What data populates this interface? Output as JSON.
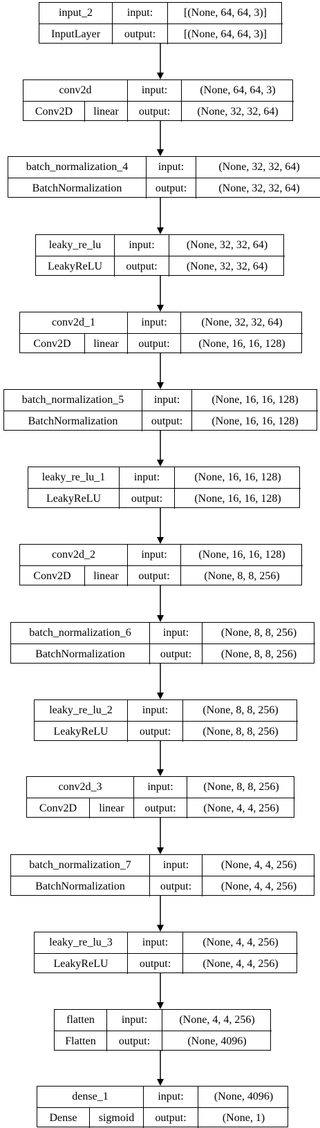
{
  "layers": [
    {
      "id": "input-2",
      "name": "input_2",
      "type": "InputLayer",
      "activation": "",
      "input_label": "input:",
      "output_label": "output:",
      "input_shape": "[(None, 64, 64, 3)]",
      "output_shape": "[(None, 64, 64, 3)]"
    },
    {
      "id": "conv2d",
      "name": "conv2d",
      "type": "Conv2D",
      "activation": "linear",
      "input_label": "input:",
      "output_label": "output:",
      "input_shape": "(None, 64, 64, 3)",
      "output_shape": "(None, 32, 32, 64)"
    },
    {
      "id": "batch-normalization-4",
      "name": "batch_normalization_4",
      "type": "BatchNormalization",
      "activation": "",
      "input_label": "input:",
      "output_label": "output:",
      "input_shape": "(None, 32, 32, 64)",
      "output_shape": "(None, 32, 32, 64)"
    },
    {
      "id": "leaky-re-lu",
      "name": "leaky_re_lu",
      "type": "LeakyReLU",
      "activation": "",
      "input_label": "input:",
      "output_label": "output:",
      "input_shape": "(None, 32, 32, 64)",
      "output_shape": "(None, 32, 32, 64)"
    },
    {
      "id": "conv2d-1",
      "name": "conv2d_1",
      "type": "Conv2D",
      "activation": "linear",
      "input_label": "input:",
      "output_label": "output:",
      "input_shape": "(None, 32, 32, 64)",
      "output_shape": "(None, 16, 16, 128)"
    },
    {
      "id": "batch-normalization-5",
      "name": "batch_normalization_5",
      "type": "BatchNormalization",
      "activation": "",
      "input_label": "input:",
      "output_label": "output:",
      "input_shape": "(None, 16, 16, 128)",
      "output_shape": "(None, 16, 16, 128)"
    },
    {
      "id": "leaky-re-lu-1",
      "name": "leaky_re_lu_1",
      "type": "LeakyReLU",
      "activation": "",
      "input_label": "input:",
      "output_label": "output:",
      "input_shape": "(None, 16, 16, 128)",
      "output_shape": "(None, 16, 16, 128)"
    },
    {
      "id": "conv2d-2",
      "name": "conv2d_2",
      "type": "Conv2D",
      "activation": "linear",
      "input_label": "input:",
      "output_label": "output:",
      "input_shape": "(None, 16, 16, 128)",
      "output_shape": "(None, 8, 8, 256)"
    },
    {
      "id": "batch-normalization-6",
      "name": "batch_normalization_6",
      "type": "BatchNormalization",
      "activation": "",
      "input_label": "input:",
      "output_label": "output:",
      "input_shape": "(None, 8, 8, 256)",
      "output_shape": "(None, 8, 8, 256)"
    },
    {
      "id": "leaky-re-lu-2",
      "name": "leaky_re_lu_2",
      "type": "LeakyReLU",
      "activation": "",
      "input_label": "input:",
      "output_label": "output:",
      "input_shape": "(None, 8, 8, 256)",
      "output_shape": "(None, 8, 8, 256)"
    },
    {
      "id": "conv2d-3",
      "name": "conv2d_3",
      "type": "Conv2D",
      "activation": "linear",
      "input_label": "input:",
      "output_label": "output:",
      "input_shape": "(None, 8, 8, 256)",
      "output_shape": "(None, 4, 4, 256)"
    },
    {
      "id": "batch-normalization-7",
      "name": "batch_normalization_7",
      "type": "BatchNormalization",
      "activation": "",
      "input_label": "input:",
      "output_label": "output:",
      "input_shape": "(None, 4, 4, 256)",
      "output_shape": "(None, 4, 4, 256)"
    },
    {
      "id": "leaky-re-lu-3",
      "name": "leaky_re_lu_3",
      "type": "LeakyReLU",
      "activation": "",
      "input_label": "input:",
      "output_label": "output:",
      "input_shape": "(None, 4, 4, 256)",
      "output_shape": "(None, 4, 4, 256)"
    },
    {
      "id": "flatten",
      "name": "flatten",
      "type": "Flatten",
      "activation": "",
      "input_label": "input:",
      "output_label": "output:",
      "input_shape": "(None, 4, 4, 256)",
      "output_shape": "(None, 4096)"
    },
    {
      "id": "dense-1",
      "name": "dense_1",
      "type": "Dense",
      "activation": "sigmoid",
      "input_label": "input:",
      "output_label": "output:",
      "input_shape": "(None, 4096)",
      "output_shape": "(None, 1)"
    }
  ],
  "colors": {
    "stroke": "#000000",
    "background": "#ffffff"
  }
}
